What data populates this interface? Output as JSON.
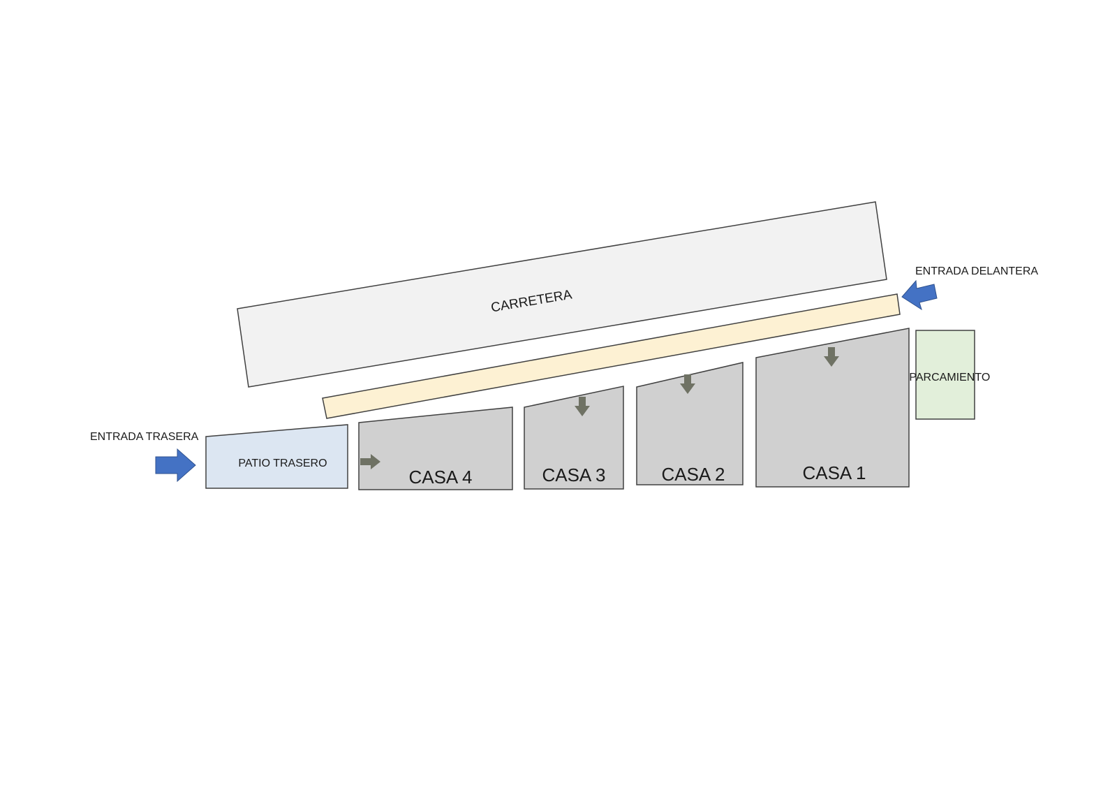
{
  "labels": {
    "road": "CARRETERA",
    "front_entrance": "ENTRADA DELANTERA",
    "rear_entrance": "ENTRADA TRASERA",
    "back_patio": "PATIO TRASERO",
    "parking": "APARCAMIENTO",
    "house_1": "CASA 1",
    "house_2": "CASA 2",
    "house_3": "CASA 3",
    "house_4": "CASA 4"
  },
  "colors": {
    "road_fill": "#f2f2f2",
    "path_fill": "#fdf1d3",
    "house_fill": "#d0d0d0",
    "patio_fill": "#dce6f2",
    "parking_fill": "#e2efda",
    "entrance_arrow": "#4472c4",
    "house_arrow": "#6f7264",
    "outline": "#404040"
  }
}
